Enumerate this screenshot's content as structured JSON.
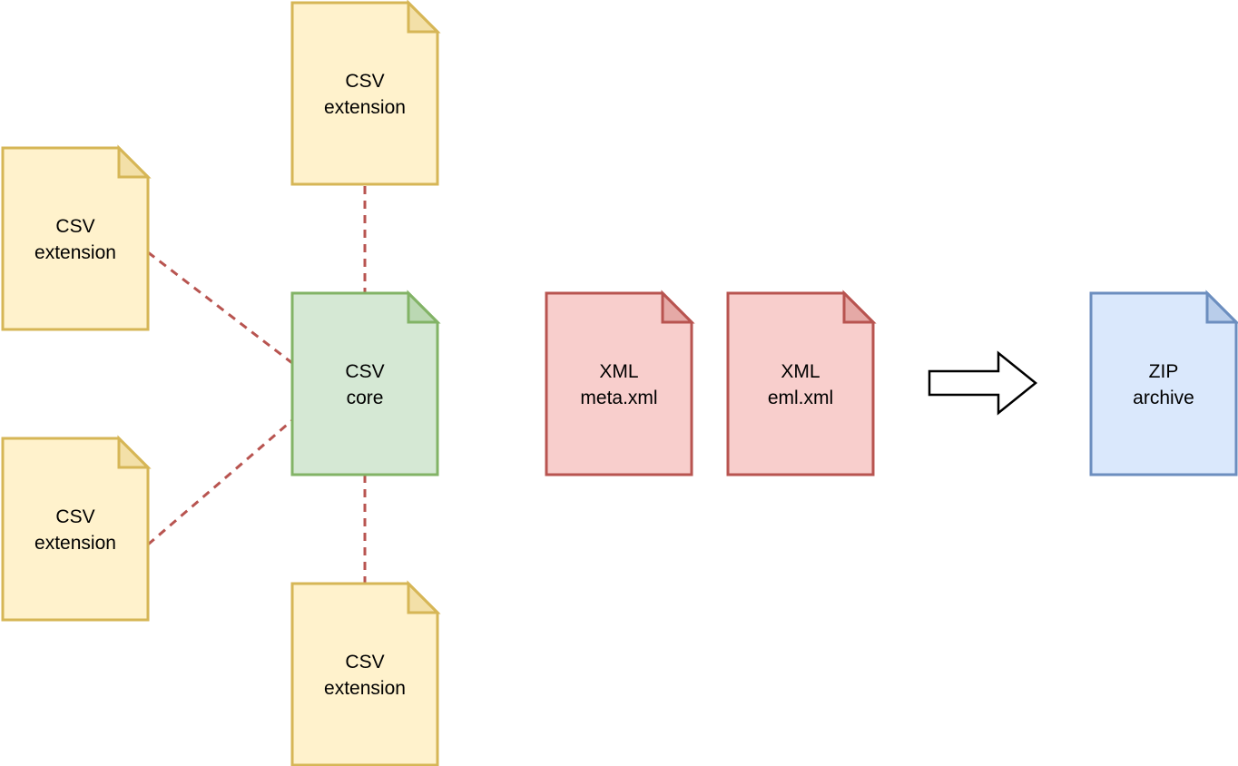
{
  "colors": {
    "extension_fill": "#fff2cc",
    "extension_stroke": "#d6b656",
    "core_fill": "#d5e8d4",
    "core_stroke": "#82b366",
    "xml_fill": "#f8cecc",
    "xml_stroke": "#b85450",
    "zip_fill": "#dae8fc",
    "zip_stroke": "#6c8ebf",
    "connector": "#b85450",
    "arrow_stroke": "#000000",
    "arrow_fill": "#ffffff"
  },
  "documents": {
    "ext_top": {
      "line1": "CSV",
      "line2": "extension",
      "kind": "extension"
    },
    "ext_left_upper": {
      "line1": "CSV",
      "line2": "extension",
      "kind": "extension"
    },
    "ext_left_lower": {
      "line1": "CSV",
      "line2": "extension",
      "kind": "extension"
    },
    "ext_bottom": {
      "line1": "CSV",
      "line2": "extension",
      "kind": "extension"
    },
    "core": {
      "line1": "CSV",
      "line2": "core",
      "kind": "core"
    },
    "meta": {
      "line1": "XML",
      "line2": "meta.xml",
      "kind": "xml"
    },
    "eml": {
      "line1": "XML",
      "line2": "eml.xml",
      "kind": "xml"
    },
    "zip": {
      "line1": "ZIP",
      "line2": "archive",
      "kind": "zip"
    }
  },
  "connectors": [
    {
      "from": "ext_top",
      "to": "core",
      "style": "dashed"
    },
    {
      "from": "ext_left_upper",
      "to": "core",
      "style": "dashed"
    },
    {
      "from": "ext_left_lower",
      "to": "core",
      "style": "dashed"
    },
    {
      "from": "ext_bottom",
      "to": "core",
      "style": "dashed"
    }
  ],
  "flow_arrow": {
    "icon": "block-arrow-right-icon",
    "direction": "right"
  }
}
